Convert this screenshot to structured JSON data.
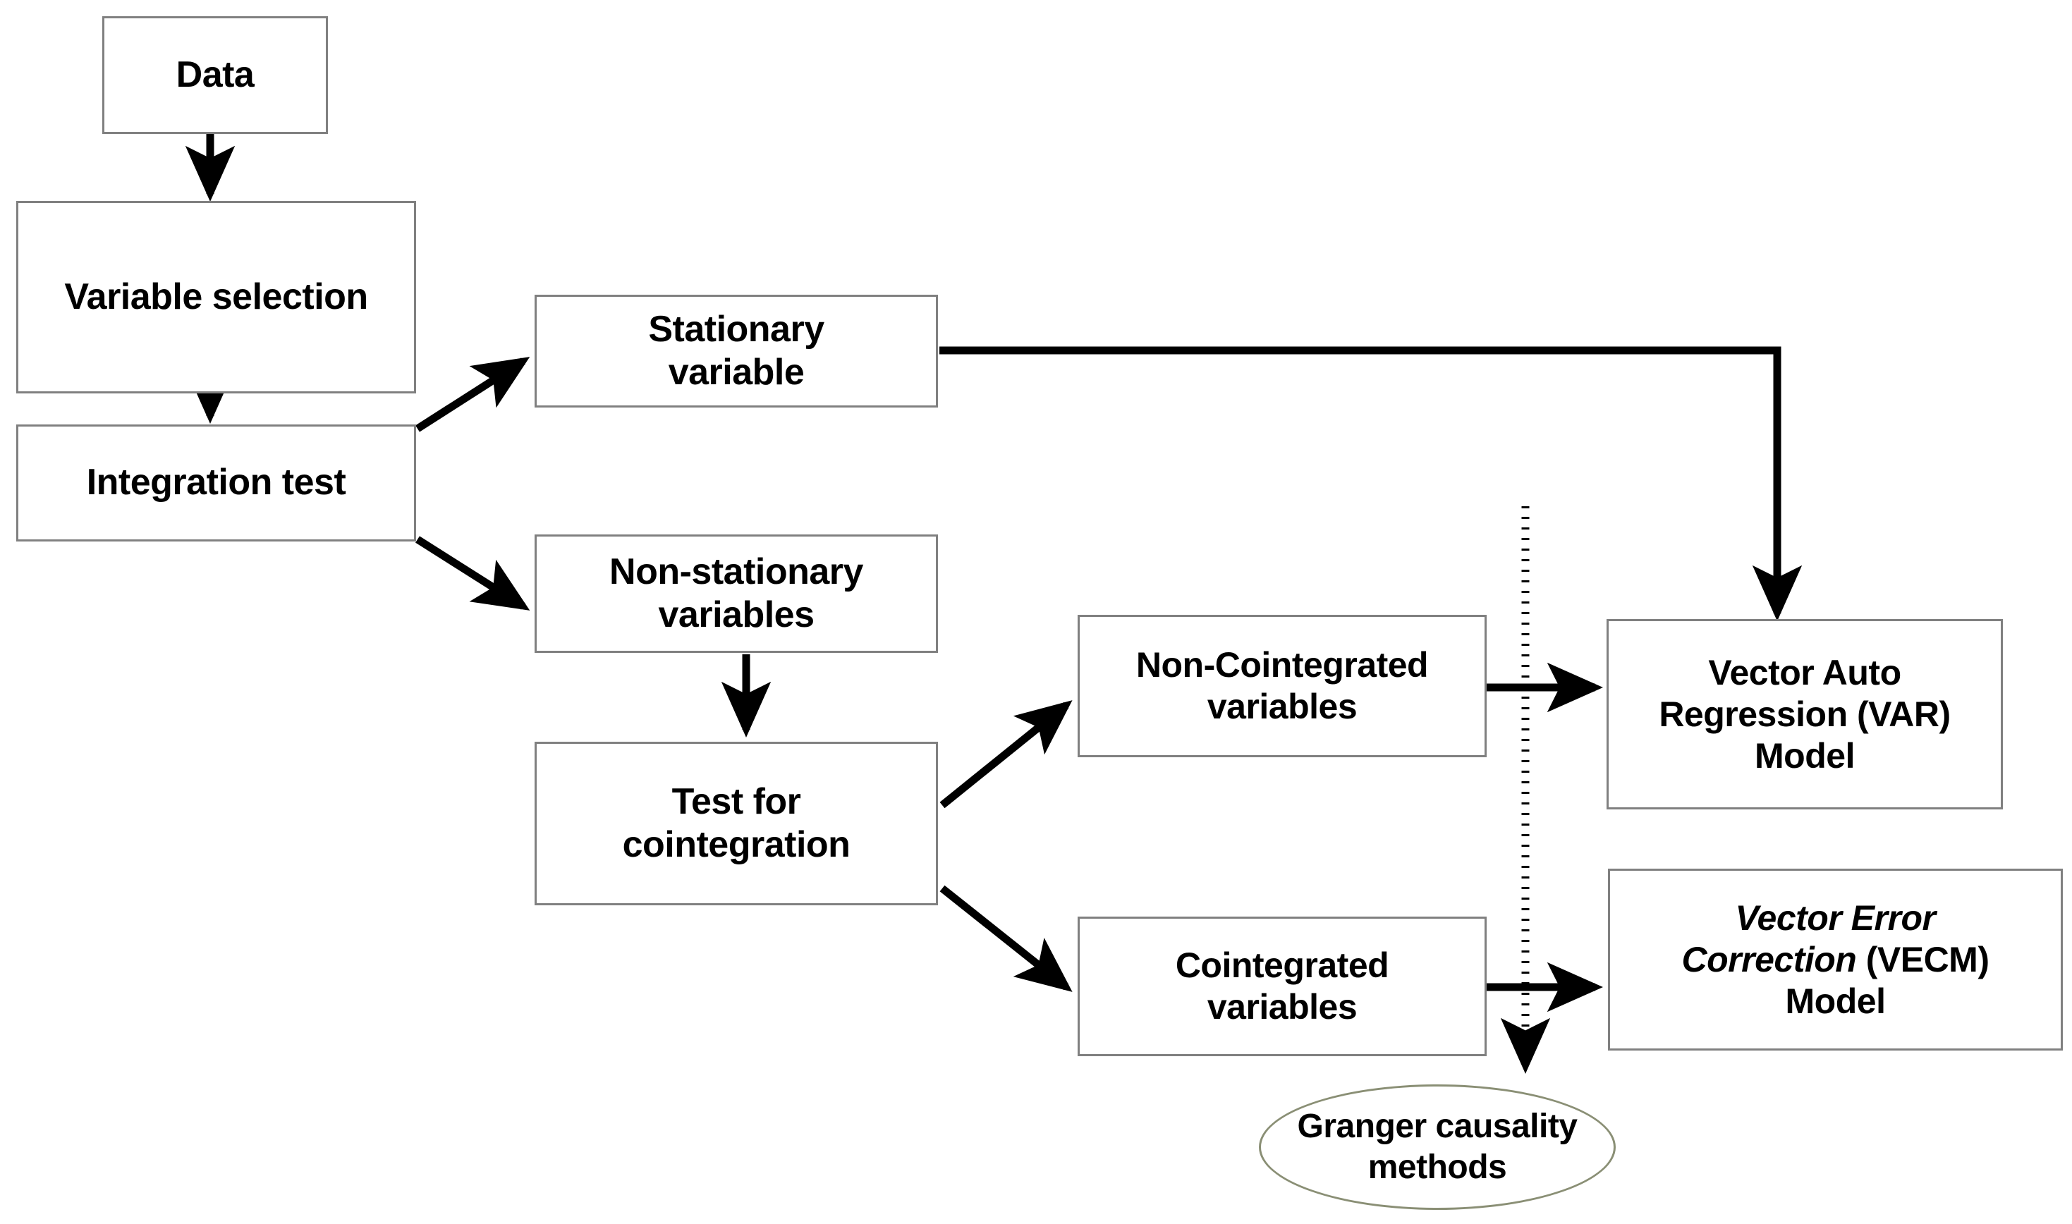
{
  "diagram": {
    "title": "Time series econometric modelling flowchart",
    "colors": {
      "box_border": "#808080",
      "ellipse_border": "#8a8f75",
      "edge": "#000000",
      "text": "#000000",
      "background": "#ffffff"
    },
    "nodes": [
      {
        "id": "data",
        "shape": "rectangle",
        "label": "Data"
      },
      {
        "id": "variable-selection",
        "shape": "rectangle",
        "label": "Variable selection"
      },
      {
        "id": "integration-test",
        "shape": "rectangle",
        "label": "Integration test"
      },
      {
        "id": "stationary-variable",
        "shape": "rectangle",
        "label": "Stationary\nvariable"
      },
      {
        "id": "non-stationary-variables",
        "shape": "rectangle",
        "label": "Non-stationary\nvariables"
      },
      {
        "id": "test-for-cointegration",
        "shape": "rectangle",
        "label": "Test for\ncointegration"
      },
      {
        "id": "non-cointegrated-variables",
        "shape": "rectangle",
        "label": "Non-Cointegrated\nvariables"
      },
      {
        "id": "cointegrated-variables",
        "shape": "rectangle",
        "label": "Cointegrated\nvariables"
      },
      {
        "id": "var-model",
        "shape": "rectangle",
        "label": "Vector Auto\nRegression (VAR)\nModel"
      },
      {
        "id": "vecm-model",
        "shape": "rectangle",
        "label_italic": "Vector Error\nCorrection",
        "label_rest": " (VECM)\nModel"
      },
      {
        "id": "granger-causality",
        "shape": "ellipse",
        "label": "Granger causality\nmethods"
      }
    ],
    "edges": [
      {
        "from": "data",
        "to": "variable-selection",
        "style": "solid-arrow"
      },
      {
        "from": "variable-selection",
        "to": "integration-test",
        "style": "solid-arrow"
      },
      {
        "from": "integration-test",
        "to": "stationary-variable",
        "style": "solid-arrow"
      },
      {
        "from": "integration-test",
        "to": "non-stationary-variables",
        "style": "solid-arrow"
      },
      {
        "from": "non-stationary-variables",
        "to": "test-for-cointegration",
        "style": "solid-arrow"
      },
      {
        "from": "test-for-cointegration",
        "to": "non-cointegrated-variables",
        "style": "solid-arrow"
      },
      {
        "from": "test-for-cointegration",
        "to": "cointegrated-variables",
        "style": "solid-arrow"
      },
      {
        "from": "non-cointegrated-variables",
        "to": "var-model",
        "style": "solid-arrow"
      },
      {
        "from": "cointegrated-variables",
        "to": "vecm-model",
        "style": "solid-arrow"
      },
      {
        "from": "stationary-variable",
        "to": "var-model",
        "style": "solid-elbow-arrow"
      },
      {
        "from": "models",
        "to": "granger-causality",
        "style": "dotted-arrow"
      }
    ]
  }
}
